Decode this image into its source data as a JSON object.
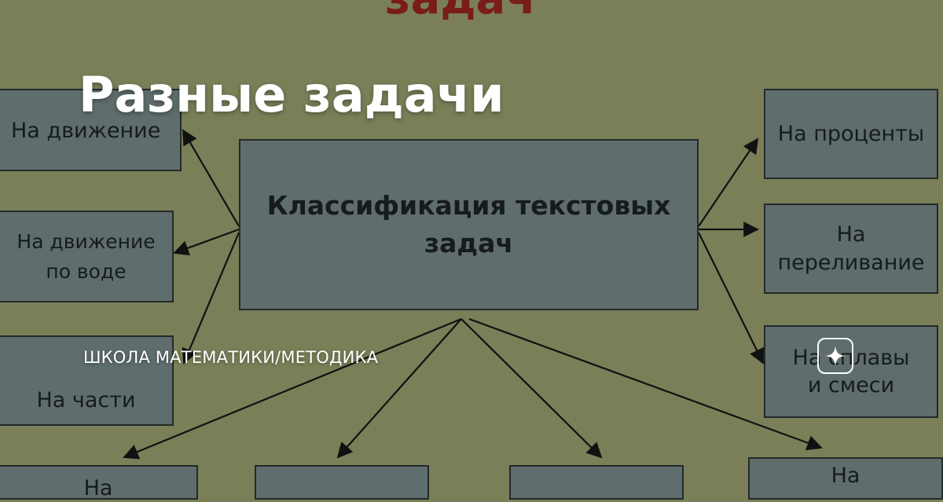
{
  "top_title": "задач",
  "headline": "Разные задачи",
  "center": {
    "line1": "Классификация текстовых",
    "line2": "задач"
  },
  "left_boxes": [
    {
      "lines": [
        "На движение"
      ]
    },
    {
      "lines": [
        "На движение",
        "по воде"
      ]
    },
    {
      "lines": [
        "На части"
      ]
    }
  ],
  "right_boxes": [
    {
      "lines": [
        "На проценты"
      ]
    },
    {
      "lines": [
        "На",
        "переливание"
      ]
    },
    {
      "lines": [
        "На сплавы",
        "и смеси"
      ]
    }
  ],
  "bottom_boxes": [
    {
      "lines": [
        "На"
      ]
    },
    {
      "lines": [
        ""
      ]
    },
    {
      "lines": [
        ""
      ]
    },
    {
      "lines": [
        "На"
      ]
    }
  ],
  "caption": "ШКОЛА МАТЕМАТИКИ/МЕТОДИКА",
  "icons": {
    "badge": "sparkle-icon"
  },
  "colors": {
    "background": "#7a7f58",
    "box": "#5f6d6d",
    "top_title": "#7a1c1c"
  }
}
